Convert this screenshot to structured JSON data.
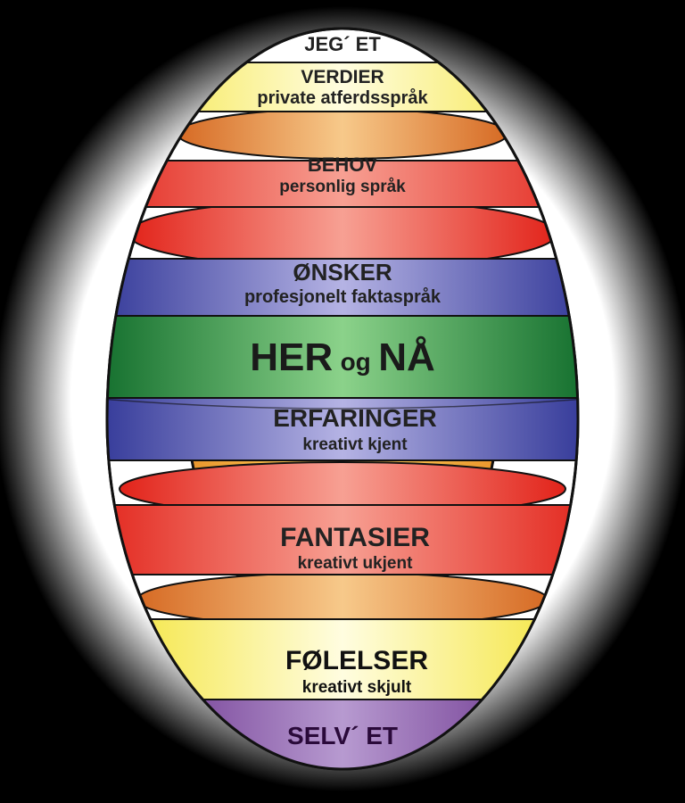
{
  "diagram": {
    "top_label": "JEG´ ET",
    "bottom_label": "SELV´ ET",
    "layers": [
      {
        "title": "VERDIER",
        "subtitle": "private atferdsspråk",
        "color": "#f5ee3a"
      },
      {
        "title": "BEHOV",
        "subtitle": "personlig språk",
        "color": "#e8341f"
      },
      {
        "title": "ØNSKER",
        "subtitle": "profesjonelt faktaspråk",
        "color": "#3a3fa8"
      },
      {
        "title": "HER",
        "title_small": "og",
        "title_end": "NÅ",
        "color": "#1f8a3a"
      },
      {
        "title": "ERFARINGER",
        "subtitle": "kreativt kjent",
        "color": "#3a3fa8"
      },
      {
        "title": "FANTASIER",
        "subtitle": "kreativt ukjent",
        "color": "#e8341f"
      },
      {
        "title": "FØLELSER",
        "subtitle": "kreativt skjult",
        "color": "#f5ee3a"
      }
    ],
    "colors": {
      "background": "#000000",
      "glow": "#ffffff",
      "inner_egg": "#f2b43a",
      "ring_back": "#e8873a",
      "purple_cap": "#6a2a8a",
      "outline": "#111111"
    }
  }
}
